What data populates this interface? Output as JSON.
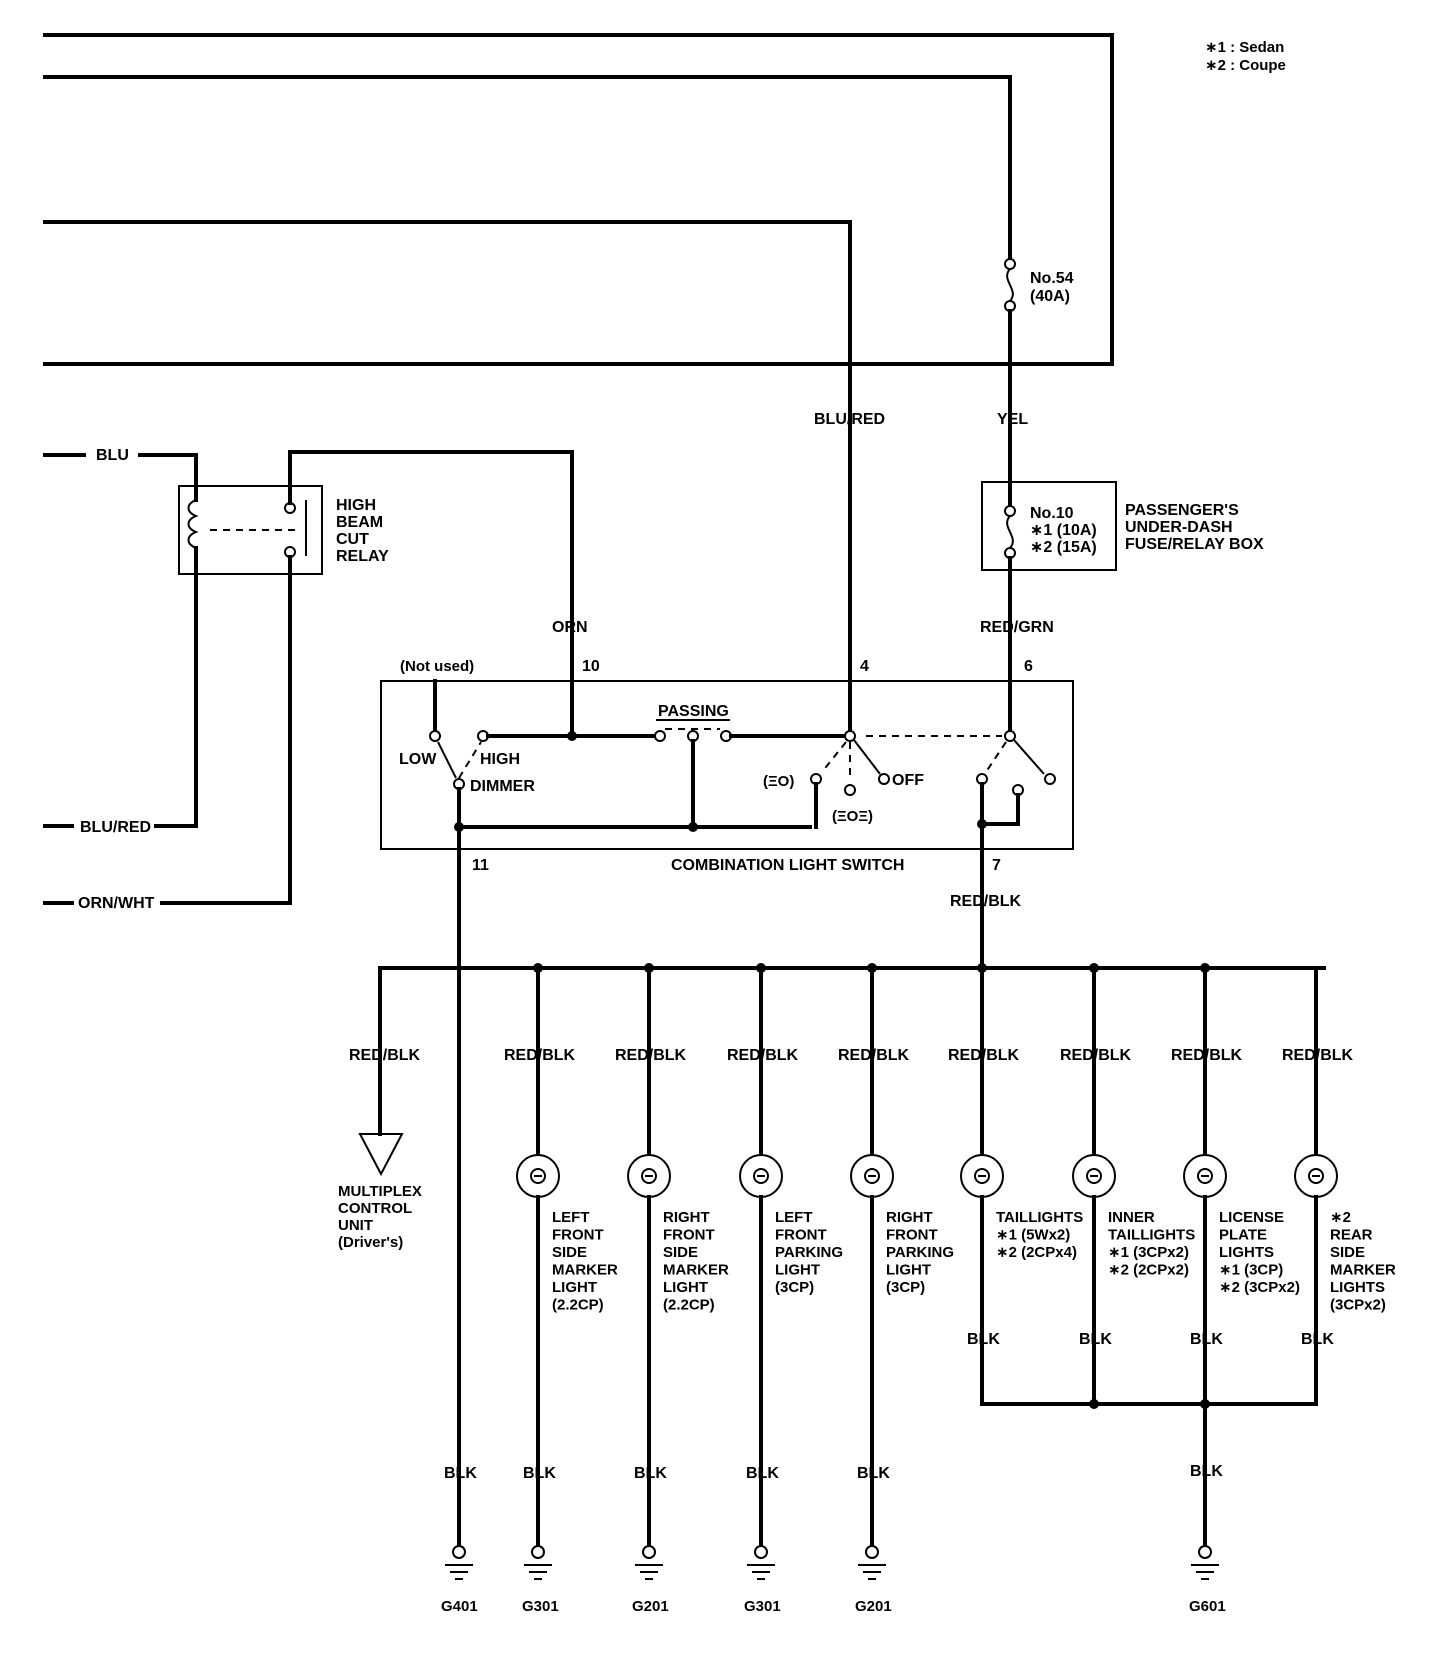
{
  "legend": {
    "note1": "∗1 : Sedan",
    "note2": "∗2 : Coupe"
  },
  "fuses": {
    "f54_name": "No.54",
    "f54_rating": "(40A)",
    "f10_name": "No.10",
    "f10_r1": "∗1 (10A)",
    "f10_r2": "∗2 (15A)",
    "box_label": [
      "PASSENGER'S",
      "UNDER-DASH",
      "FUSE/RELAY BOX"
    ]
  },
  "relay": {
    "label": [
      "HIGH",
      "BEAM",
      "CUT",
      "RELAY"
    ]
  },
  "wire_colors": {
    "blu": "BLU",
    "blu_red_left": "BLU/RED",
    "orn_wht": "ORN/WHT",
    "orn": "ORN",
    "blu_red_top": "BLU/RED",
    "yel": "YEL",
    "red_grn": "RED/GRN",
    "red_blk_main": "RED/BLK"
  },
  "switch": {
    "title": "COMBINATION LIGHT SWITCH",
    "not_used": "(Not used)",
    "pins": {
      "p10": "10",
      "p4": "4",
      "p6": "6",
      "p11": "11",
      "p7": "7"
    },
    "passing": "PASSING",
    "low": "LOW",
    "high": "HIGH",
    "dimmer": "DIMMER",
    "pos_on": "(ΞΟ)",
    "pos_off_paren": "(ΞΟΞ)",
    "off": "OFF"
  },
  "branches": [
    {
      "wire": "RED/BLK",
      "name": [
        "MULTIPLEX",
        "CONTROL",
        "UNIT",
        "(Driver's)"
      ]
    },
    {
      "wire": "RED/BLK",
      "name": [
        "LEFT",
        "FRONT",
        "SIDE",
        "MARKER",
        "LIGHT",
        "(2.2CP)"
      ],
      "ground_wire": "BLK",
      "ground": "G301"
    },
    {
      "wire": "RED/BLK",
      "name": [
        "RIGHT",
        "FRONT",
        "SIDE",
        "MARKER",
        "LIGHT",
        "(2.2CP)"
      ],
      "ground_wire": "BLK",
      "ground": "G201"
    },
    {
      "wire": "RED/BLK",
      "name": [
        "LEFT",
        "FRONT",
        "PARKING",
        "LIGHT",
        "(3CP)"
      ],
      "ground_wire": "BLK",
      "ground": "G301"
    },
    {
      "wire": "RED/BLK",
      "name": [
        "RIGHT",
        "FRONT",
        "PARKING",
        "LIGHT",
        "(3CP)"
      ],
      "ground_wire": "BLK",
      "ground": "G201"
    },
    {
      "wire": "RED/BLK",
      "name": [
        "TAILLIGHTS",
        "∗1 (5Wx2)",
        "∗2 (2CPx4)"
      ],
      "ground_wire": "BLK"
    },
    {
      "wire": "RED/BLK",
      "name": [
        "INNER",
        "TAILLIGHTS",
        "∗1 (3CPx2)",
        "∗2 (2CPx2)"
      ],
      "ground_wire": "BLK"
    },
    {
      "wire": "RED/BLK",
      "name": [
        "LICENSE",
        "PLATE",
        "LIGHTS",
        "∗1 (3CP)",
        "∗2 (3CPx2)"
      ],
      "ground_wire": "BLK"
    },
    {
      "wire": "RED/BLK",
      "name": [
        "∗2",
        "REAR",
        "SIDE",
        "MARKER",
        "LIGHTS",
        "(3CPx2)"
      ],
      "ground_wire": "BLK"
    }
  ],
  "dimmer_ground": {
    "wire": "BLK",
    "ground": "G401"
  },
  "rear_ground": {
    "wire": "BLK",
    "ground": "G601"
  }
}
